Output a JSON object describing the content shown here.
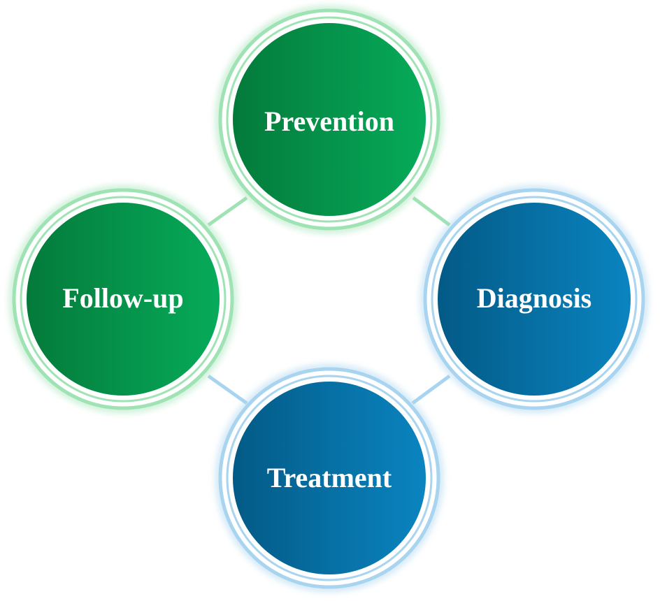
{
  "diagram": {
    "type": "cycle",
    "nodes": [
      {
        "id": "prevention",
        "label": "Prevention",
        "theme": "green"
      },
      {
        "id": "diagnosis",
        "label": "Diagnosis",
        "theme": "blue"
      },
      {
        "id": "treatment",
        "label": "Treatment",
        "theme": "blue"
      },
      {
        "id": "follow-up",
        "label": "Follow-up",
        "theme": "green"
      }
    ],
    "connections": [
      [
        "prevention",
        "diagnosis"
      ],
      [
        "diagnosis",
        "treatment"
      ],
      [
        "treatment",
        "follow-up"
      ],
      [
        "follow-up",
        "prevention"
      ]
    ]
  },
  "colors": {
    "green_dark": "#047a3a",
    "green_light": "#06ab5a",
    "green_ring": "#9fe3b4",
    "blue_dark": "#035a86",
    "blue_light": "#0a84c0",
    "blue_ring": "#a8d4ef",
    "label": "#ffffff"
  }
}
